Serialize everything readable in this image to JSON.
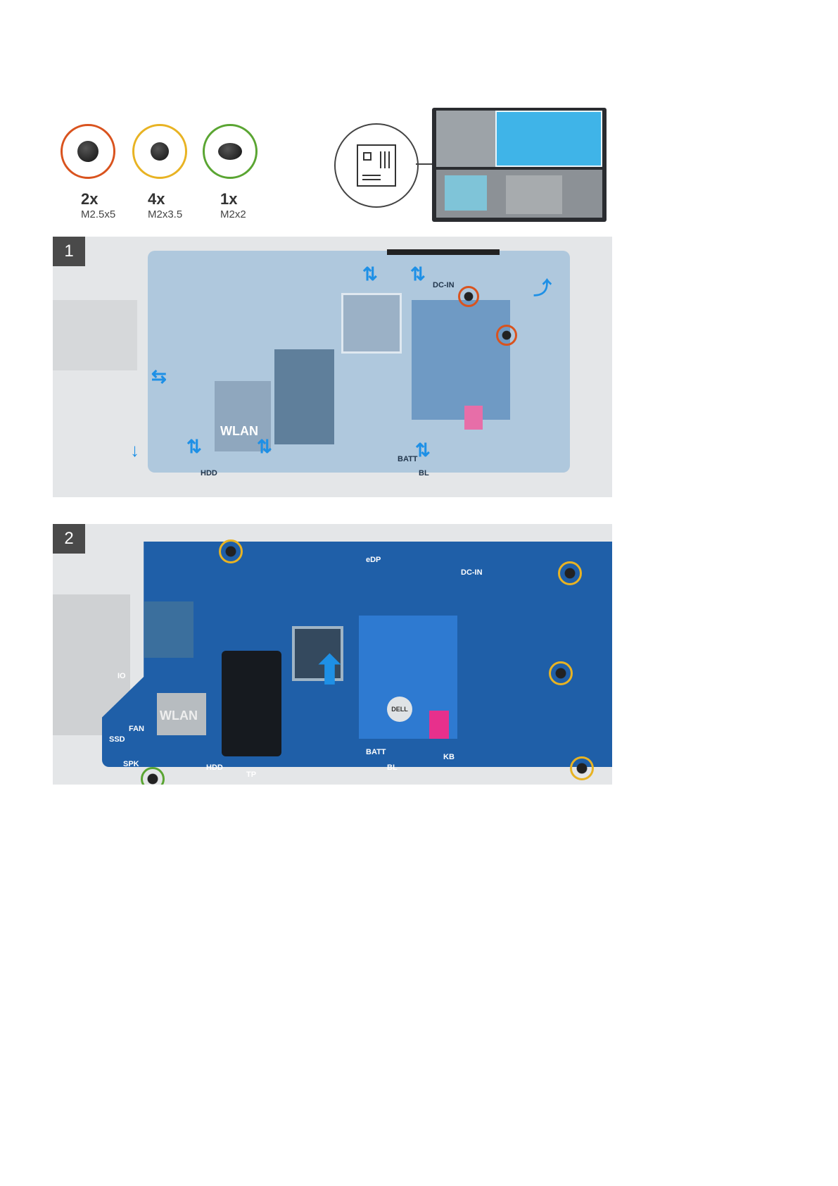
{
  "screws": [
    {
      "qty": "2x",
      "size": "M2.5x5",
      "color": "#d9531e"
    },
    {
      "qty": "4x",
      "size": "M2x3.5",
      "color": "#e8b323"
    },
    {
      "qty": "1x",
      "size": "M2x2",
      "color": "#5aa532"
    }
  ],
  "locator_icon": "motherboard-icon",
  "steps": [
    {
      "number": "1"
    },
    {
      "number": "2"
    }
  ],
  "board_labels": {
    "wlan": "WLAN",
    "dcin": "DC-IN",
    "edp": "eDP",
    "batt": "BATT",
    "bl": "BL",
    "kb": "KB",
    "hdd": "HDD",
    "tp": "TP",
    "spk": "SPK",
    "io": "IO",
    "fan": "FAN",
    "ssd": "SSD",
    "dell": "DELL"
  },
  "colors": {
    "arrow": "#1e90e6",
    "board_blue": "#1f5fa8",
    "panel_bg": "#e4e6e8",
    "step_badge": "#4a4a4a"
  }
}
